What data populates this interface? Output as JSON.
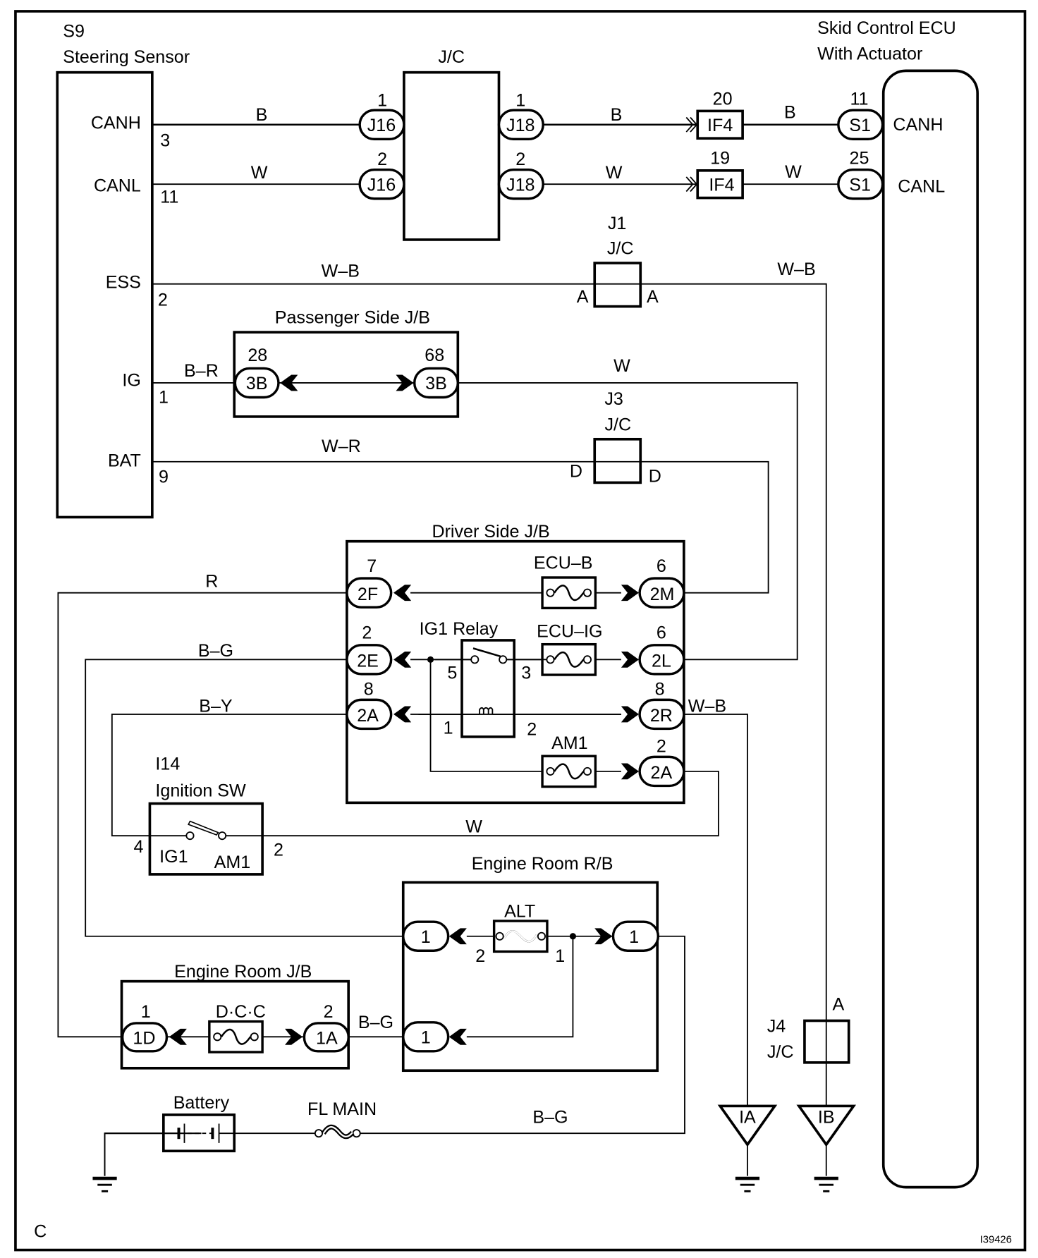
{
  "diagram": {
    "corner_label": "C",
    "figure_id": "I39426",
    "colors": {
      "line": "#000000",
      "background": "#ffffff"
    }
  },
  "steering_sensor": {
    "code": "S9",
    "name": "Steering Sensor",
    "terminals": [
      {
        "name": "CANH",
        "pin": "3"
      },
      {
        "name": "CANL",
        "pin": "11"
      },
      {
        "name": "ESS",
        "pin": "2"
      },
      {
        "name": "IG",
        "pin": "1"
      },
      {
        "name": "BAT",
        "pin": "9"
      }
    ]
  },
  "jc_top": {
    "label": "J/C",
    "left": [
      {
        "pin": "1",
        "connector": "J16"
      },
      {
        "pin": "2",
        "connector": "J16"
      }
    ],
    "right": [
      {
        "pin": "1",
        "connector": "J18"
      },
      {
        "pin": "2",
        "connector": "J18"
      }
    ]
  },
  "wires": {
    "canh_left": "B",
    "canl_left": "W",
    "canh_mid": "B",
    "canl_mid": "W",
    "canh_right": "B",
    "canl_right": "W",
    "ess": "W–B",
    "ess_right": "W–B",
    "ig": "B–R",
    "ig_out": "W",
    "bat": "W–R",
    "r": "R",
    "bg": "B–G",
    "by": "B–Y",
    "wb_2r": "W–B",
    "w_ign": "W",
    "bg_jb": "B–G",
    "bg_main": "B–G"
  },
  "if4": [
    {
      "pin": "20",
      "label": "IF4"
    },
    {
      "pin": "19",
      "label": "IF4"
    }
  ],
  "skid_ecu": {
    "title_line1": "Skid Control ECU",
    "title_line2": "With Actuator",
    "terminals": [
      {
        "pin": "11",
        "connector": "S1",
        "name": "CANH"
      },
      {
        "pin": "25",
        "connector": "S1",
        "name": "CANL"
      }
    ]
  },
  "j1": {
    "code": "J1",
    "label": "J/C",
    "pin_left": "A",
    "pin_right": "A"
  },
  "j3": {
    "code": "J3",
    "label": "J/C",
    "pin_left": "D",
    "pin_right": "D"
  },
  "j4": {
    "code": "J4",
    "label": "J/C",
    "pin": "A"
  },
  "passenger_jb": {
    "title": "Passenger Side J/B",
    "left": {
      "pin": "28",
      "connector": "3B"
    },
    "right": {
      "pin": "68",
      "connector": "3B"
    }
  },
  "driver_jb": {
    "title": "Driver Side J/B",
    "left": [
      {
        "pin": "7",
        "connector": "2F"
      },
      {
        "pin": "2",
        "connector": "2E"
      },
      {
        "pin": "8",
        "connector": "2A"
      }
    ],
    "right": [
      {
        "pin": "6",
        "connector": "2M"
      },
      {
        "pin": "6",
        "connector": "2L"
      },
      {
        "pin": "8",
        "connector": "2R"
      },
      {
        "pin": "2",
        "connector": "2A"
      }
    ],
    "fuses": [
      "ECU–B",
      "ECU–IG",
      "AM1"
    ],
    "relay": {
      "name": "IG1 Relay",
      "pins": [
        "5",
        "3",
        "1",
        "2"
      ]
    }
  },
  "ignition_sw": {
    "code": "I14",
    "name": "Ignition SW",
    "pin_left": "4",
    "pin_right": "2",
    "term_left": "IG1",
    "term_right": "AM1"
  },
  "engine_rb": {
    "title": "Engine Room R/B",
    "fuse": "ALT",
    "fuse_pin_left": "2",
    "fuse_pin_right": "1",
    "connectors": [
      "1",
      "1",
      "1"
    ]
  },
  "engine_jb": {
    "title": "Engine Room J/B",
    "fuse": "D·C·C",
    "left": {
      "pin": "1",
      "connector": "1D"
    },
    "right": {
      "pin": "2",
      "connector": "1A"
    }
  },
  "battery": {
    "label": "Battery"
  },
  "fl_main": {
    "label": "FL MAIN"
  },
  "grounds": [
    {
      "label": "IA"
    },
    {
      "label": "IB"
    }
  ]
}
